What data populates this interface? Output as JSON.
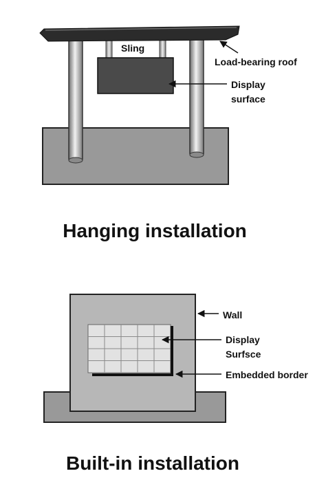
{
  "hanging": {
    "title": "Hanging installation",
    "labels": {
      "sling": "Sling",
      "roof": "Load-bearing roof",
      "display_line1": "Display",
      "display_line2": "surface"
    }
  },
  "builtin": {
    "title": "Built-in installation",
    "labels": {
      "wall": "Wall",
      "display_line1": "Display",
      "display_line2": "Surfsce",
      "border": "Embedded border"
    }
  },
  "colors": {
    "base_gray": "#999999",
    "wall_gray": "#b7b7b7",
    "display_dark": "#4a4a4a",
    "grid_cell": "#dcdcdc",
    "outline": "#222222"
  }
}
